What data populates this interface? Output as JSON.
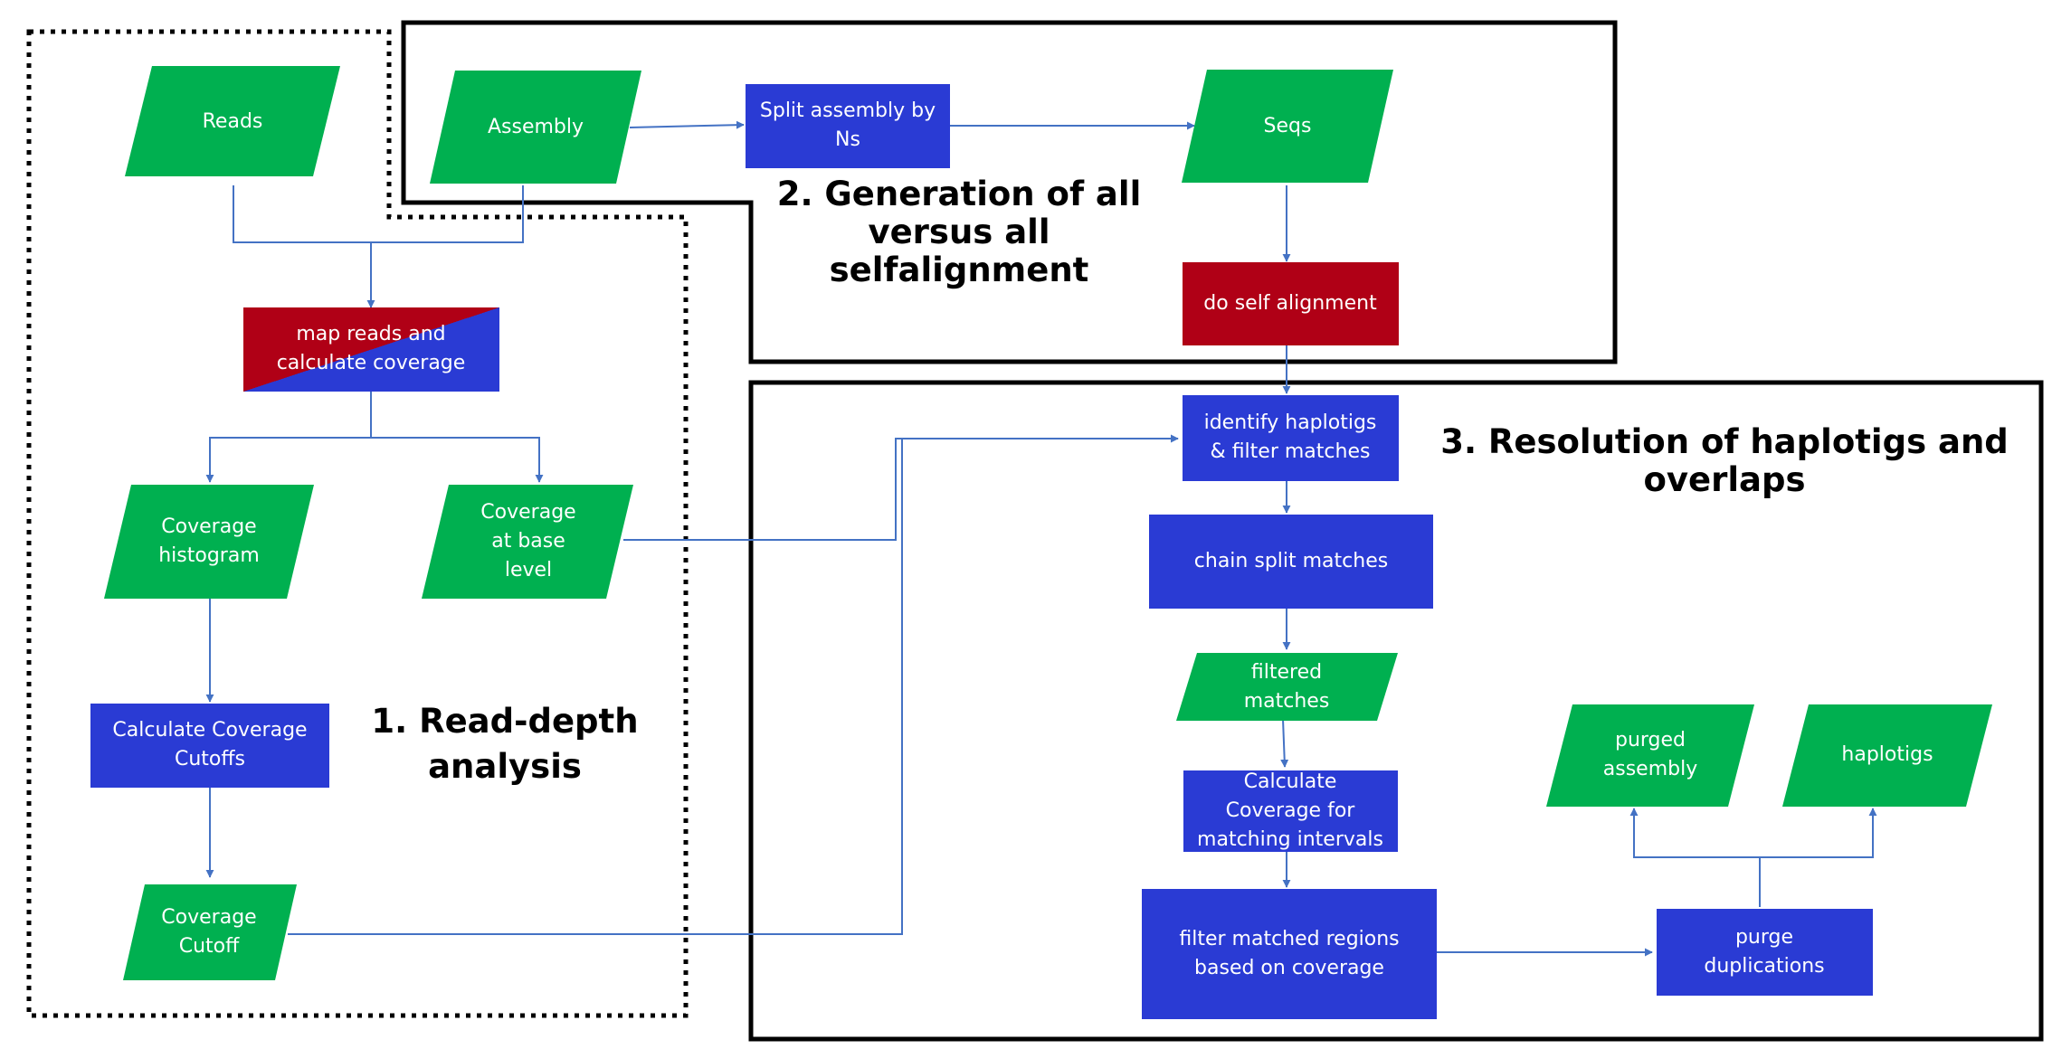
{
  "colors": {
    "data": "#00b050",
    "process": "#2a3bd4",
    "tool": "#b00016",
    "edge": "#4472c4",
    "frame": "#000000"
  },
  "sections": {
    "s1": {
      "lines": [
        "1. Read-depth",
        "analysis"
      ]
    },
    "s2": {
      "lines": [
        "2. Generation of all",
        "versus all",
        "selfalignment"
      ]
    },
    "s3": {
      "lines": [
        "3. Resolution of haplotigs and",
        "overlaps"
      ]
    }
  },
  "nodes": {
    "reads": {
      "lines": [
        "Reads"
      ]
    },
    "assembly": {
      "lines": [
        "Assembly"
      ]
    },
    "split": {
      "lines": [
        "Split assembly by",
        "Ns"
      ]
    },
    "seqs": {
      "lines": [
        "Seqs"
      ]
    },
    "map": {
      "lines": [
        "map reads and",
        "calculate coverage"
      ]
    },
    "selfalign": {
      "lines": [
        "do  self alignment"
      ]
    },
    "covhist": {
      "lines": [
        "Coverage",
        "histogram"
      ]
    },
    "covbase": {
      "lines": [
        "Coverage",
        "at base",
        "level"
      ]
    },
    "identify": {
      "lines": [
        "identify haplotigs",
        "& filter matches"
      ]
    },
    "chain": {
      "lines": [
        "chain split matches"
      ]
    },
    "calccut": {
      "lines": [
        "Calculate Coverage",
        "Cutoffs"
      ]
    },
    "filtered": {
      "lines": [
        "filtered",
        "matches"
      ]
    },
    "calcint": {
      "lines": [
        "Calculate",
        "Coverage for",
        "matching intervals"
      ]
    },
    "cutoff": {
      "lines": [
        "Coverage",
        "Cutoff"
      ]
    },
    "filterreg": {
      "lines": [
        "filter matched regions",
        "based on coverage"
      ]
    },
    "purge": {
      "lines": [
        "purge",
        "duplications"
      ]
    },
    "purged": {
      "lines": [
        "purged",
        "assembly"
      ]
    },
    "haplotigs": {
      "lines": [
        "haplotigs"
      ]
    }
  }
}
